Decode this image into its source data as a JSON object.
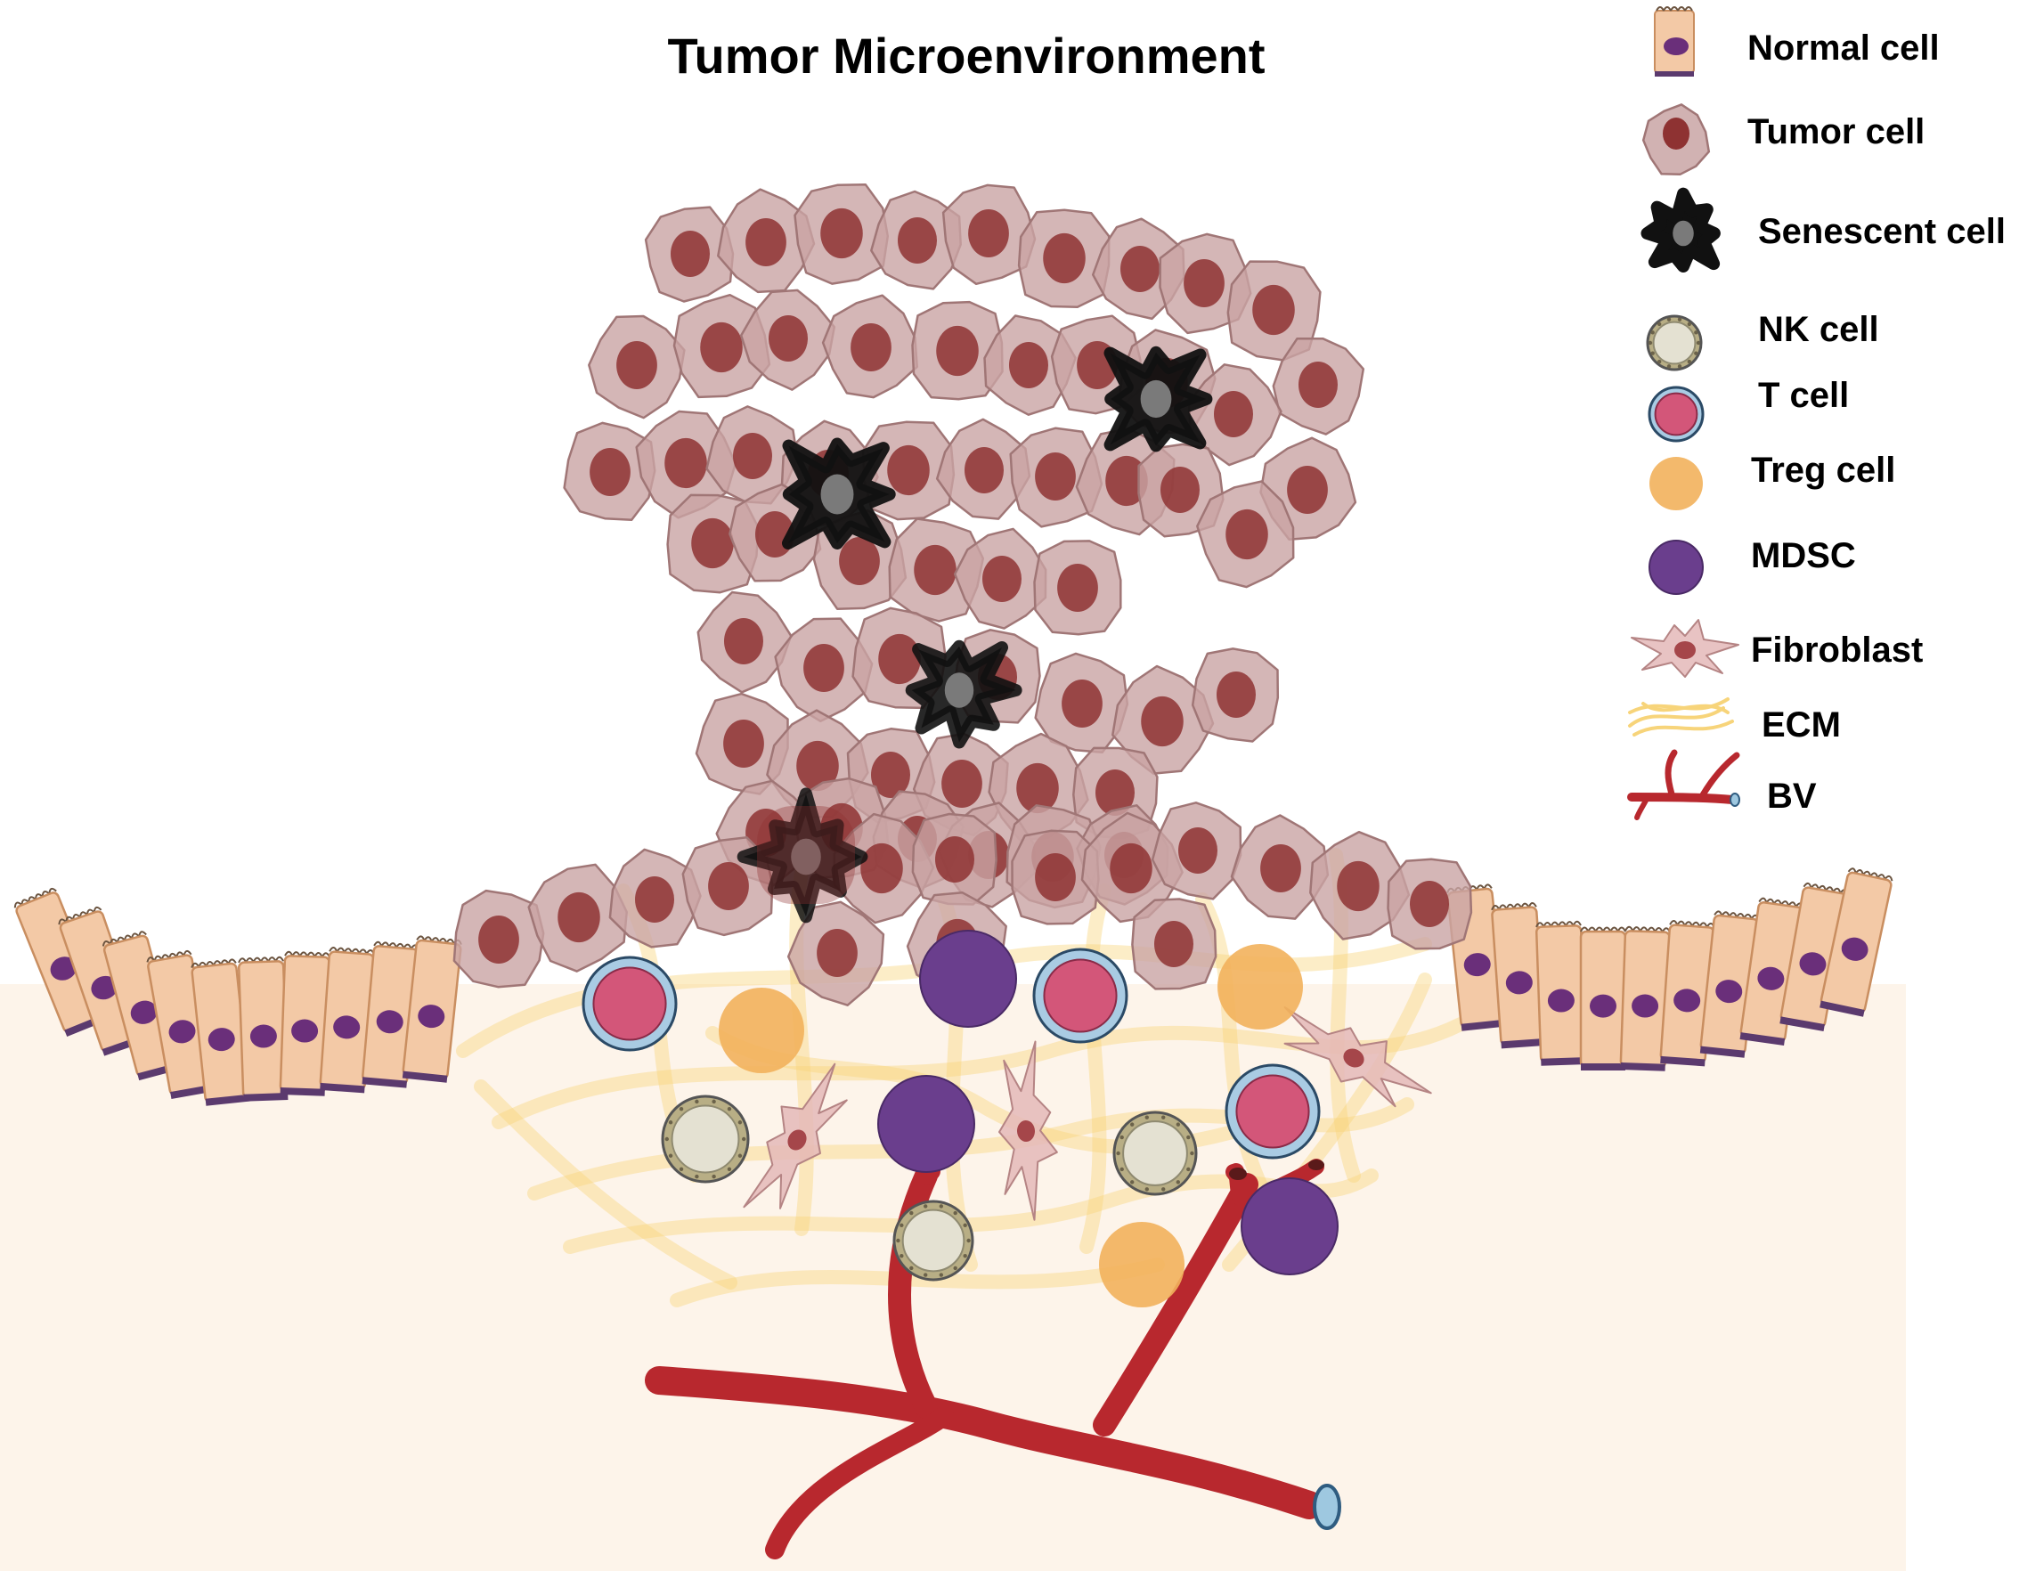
{
  "title": "Tumor Microenvironment",
  "legend": [
    {
      "key": "normal",
      "label": "Normal cell",
      "icon": "normal-cell-icon"
    },
    {
      "key": "tumor",
      "label": "Tumor cell",
      "icon": "tumor-cell-icon"
    },
    {
      "key": "senescent",
      "label": "Senescent cell",
      "icon": "senescent-cell-icon"
    },
    {
      "key": "nk",
      "label": "NK cell",
      "icon": "nk-cell-icon"
    },
    {
      "key": "t",
      "label": "T cell",
      "icon": "t-cell-icon"
    },
    {
      "key": "treg",
      "label": "Treg cell",
      "icon": "treg-cell-icon"
    },
    {
      "key": "mdsc",
      "label": "MDSC",
      "icon": "mdsc-icon"
    },
    {
      "key": "fibroblast",
      "label": "Fibroblast",
      "icon": "fibroblast-icon"
    },
    {
      "key": "ecm",
      "label": "ECM",
      "icon": "ecm-icon"
    },
    {
      "key": "bv",
      "label": "BV",
      "icon": "blood-vessel-icon"
    }
  ],
  "colors": {
    "tumor_fill": "#c9a4a4",
    "tumor_edge": "#a07676",
    "tumor_nucleus": "#8e3232",
    "normal_fill": "#f3c9a6",
    "normal_edge": "#c98e60",
    "normal_nucleus": "#6a2f7a",
    "basement": "#5b3a6e",
    "senescent": "#111111",
    "nk_fill": "#e4e1d2",
    "nk_ring": "#b8ae85",
    "t_fill": "#d35679",
    "t_ring": "#a9cbe3",
    "treg": "#f2b15c",
    "mdsc": "#6a3e8d",
    "fibroblast": "#e4b8b8",
    "ecm": "#f7d47a",
    "bv": "#b8282e",
    "stroma": "#fdf4ea"
  }
}
